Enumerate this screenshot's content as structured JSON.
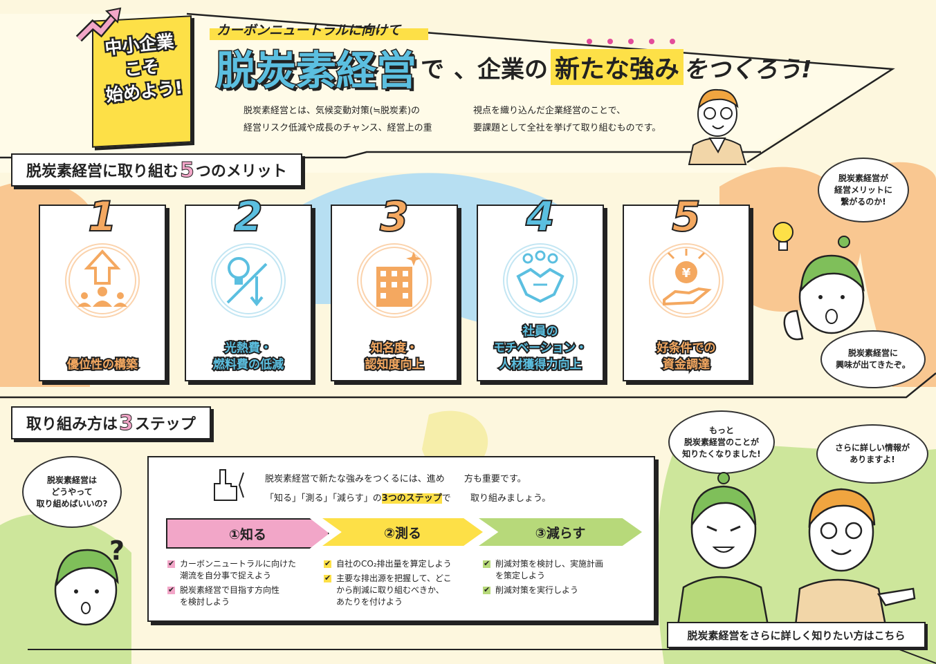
{
  "header": {
    "banner_lines": [
      "中小企業",
      "こそ",
      "始めよう!"
    ],
    "tagline": "カーボンニュートラルに向けて",
    "title_main": "脱炭素経営",
    "title_de": "で",
    "title_mid": "、企業の",
    "title_highlight": "新たな強み",
    "title_end": "をつくろう!",
    "desc_left": "脱炭素経営とは、気候変動対策(≒脱炭素)の\n経営リスク低減や成長のチャンス、経営上の重",
    "desc_right": "視点を織り込んだ企業経営のことで、\n要課題として全社を挙げて取り組むものです。"
  },
  "merits": {
    "title_pre": "脱炭素経営に取り組む",
    "title_num": "5",
    "title_post": "つのメリット",
    "cards": [
      {
        "num": "1",
        "label": "優位性の構築",
        "icon": "rising-arrow-people-icon",
        "color": "#f4a860"
      },
      {
        "num": "2",
        "label": "光熱費・\n燃料費の低減",
        "icon": "lightbulb-down-arrow-icon",
        "color": "#5bbfe0"
      },
      {
        "num": "3",
        "label": "知名度・\n認知度向上",
        "icon": "building-sparkle-icon",
        "color": "#f4a860"
      },
      {
        "num": "4",
        "label": "社員の\nモチベーション・\n人材獲得力向上",
        "icon": "handshake-people-icon",
        "color": "#5bbfe0"
      },
      {
        "num": "5",
        "label": "好条件での\n資金調達",
        "icon": "yen-coin-hand-icon",
        "color": "#f4a860"
      }
    ]
  },
  "bubbles": {
    "merit_question": "脱炭素経営が\n経営メリットに\n繋がるのか!",
    "merit_interest": "脱炭素経営に\n興味が出てきたぞ。",
    "steps_question": "脱炭素経営は\nどうやって\n取り組めばいいの?",
    "want_more": "もっと\n脱炭素経営のことが\n知りたくなりました!",
    "more_info": "さらに詳しい情報が\nありますよ!"
  },
  "steps": {
    "title_pre": "取り組み方は",
    "title_num": "3",
    "title_post": "ステップ",
    "intro_line1_left": "脱炭素経営で新たな強みをつくるには、進め",
    "intro_line1_right": "方も重要です。",
    "intro_line2_a": "「知る」「測る」「減らす」の",
    "intro_line2_hl": "3つのステップ",
    "intro_line2_b": "で",
    "intro_line2_right": "取り組みましょう。",
    "items": [
      {
        "label": "①知る",
        "color": "#f2a6c8",
        "checks": [
          "カーボンニュートラルに向けた\n潮流を自分事で捉えよう",
          "脱炭素経営で目指す方向性\nを検討しよう"
        ]
      },
      {
        "label": "②測る",
        "color": "#fde047",
        "checks": [
          "自社のCO₂排出量を算定しよう",
          "主要な排出源を把握して、どこ\nから削減に取り組むべきか、\nあたりを付けよう"
        ]
      },
      {
        "label": "③減らす",
        "color": "#b7d97a",
        "checks": [
          "削減対策を検討し、実施計画\nを策定しよう",
          "削減対策を実行しよう"
        ]
      }
    ]
  },
  "footer_link": "脱炭素経営をさらに詳しく知りたい方はこちら",
  "colors": {
    "yellow": "#fde047",
    "orange": "#f4a860",
    "blue": "#5bbfe0",
    "pink": "#e24d9a",
    "green": "#b7d97a"
  }
}
